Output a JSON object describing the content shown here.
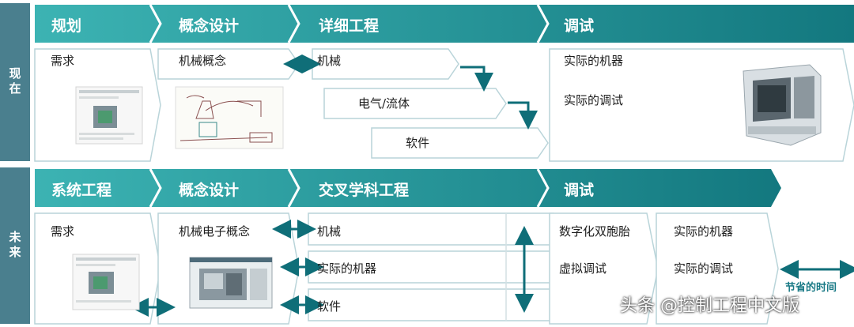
{
  "rows": [
    {
      "side_label": "现在",
      "phases": [
        "规划",
        "概念设计",
        "详细工程",
        "调试"
      ],
      "labels": {
        "requirement": "需求",
        "concept": "机械概念",
        "mechanical": "机械",
        "electrical": "电气/流体",
        "software": "软件",
        "real_machine": "实际的机器",
        "real_commissioning": "实际的调试"
      }
    },
    {
      "side_label": "未来",
      "phases": [
        "系统工程",
        "概念设计",
        "交叉学科工程",
        "调试"
      ],
      "labels": {
        "requirement": "需求",
        "concept": "机械电子概念",
        "mechanical": "机械",
        "real_machine_mid": "实际的机器",
        "software": "软件",
        "digital_twin": "数字化双胞胎",
        "virtual_commissioning": "虚拟调试",
        "real_machine": "实际的机器",
        "real_commissioning": "实际的调试"
      }
    }
  ],
  "time_saving": "节省的时间",
  "watermark": "头条 @控制工程中文版",
  "colors": {
    "sidebar": "#4a7f8e",
    "phase_light": "#3cb3b3",
    "phase_dark": "#13787f",
    "arrow": "#0f6e78",
    "box_stroke": "#b9d4d9"
  }
}
